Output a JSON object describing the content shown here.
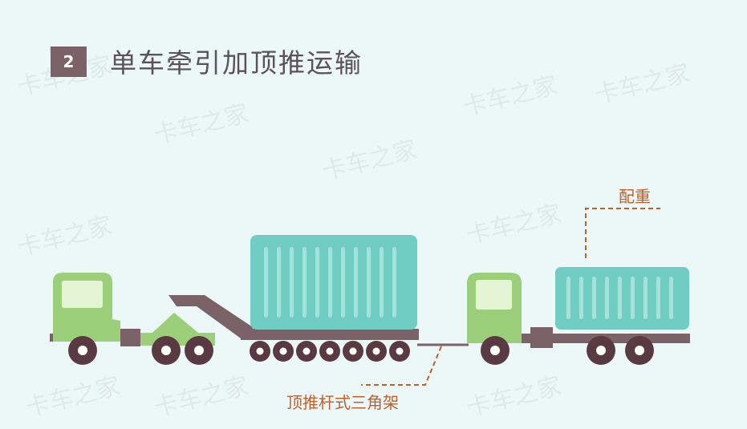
{
  "header": {
    "number": "2",
    "title": "单车牵引加顶推运输"
  },
  "labels": {
    "counterweight": "配重",
    "push_rod": "顶推杆式三角架"
  },
  "watermark": {
    "text": "卡车之家"
  },
  "colors": {
    "background": "#ecf7f8",
    "cab_green": "#9ccf7a",
    "cab_window": "#e6f4d6",
    "container": "#70cdc4",
    "container_rib": "#a5e2dc",
    "frame": "#7a6268",
    "wheel": "#5a3a42",
    "accent_orange": "#c0612a"
  }
}
